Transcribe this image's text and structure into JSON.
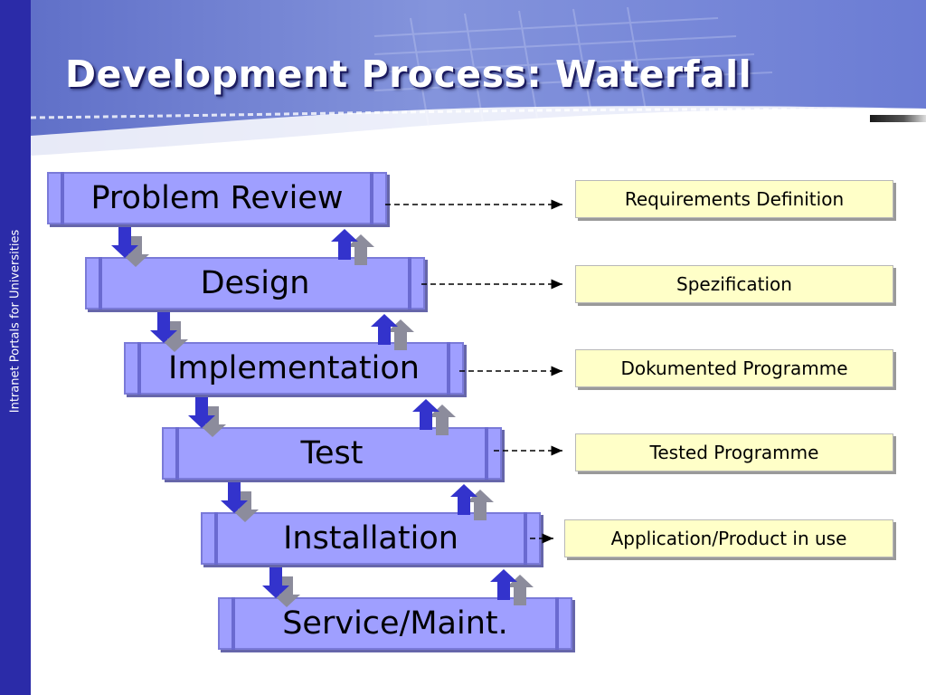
{
  "slide": {
    "title": "Development Process: Waterfall",
    "sidebar_text": "Intranet  Portals for Universities"
  },
  "phases": [
    {
      "label": "Problem Review",
      "output": "Requirements Definition"
    },
    {
      "label": "Design",
      "output": "Spezification"
    },
    {
      "label": "Implementation",
      "output": "Dokumented Programme"
    },
    {
      "label": "Test",
      "output": "Tested Programme"
    },
    {
      "label": "Installation",
      "output": "Application/Product in use"
    },
    {
      "label": "Service/Maint.",
      "output": ""
    }
  ],
  "colors": {
    "sidebar": "#2b2ba8",
    "phase_box": "#9f9fff",
    "output_box": "#ffffc8",
    "arrow": "#3333cc"
  }
}
